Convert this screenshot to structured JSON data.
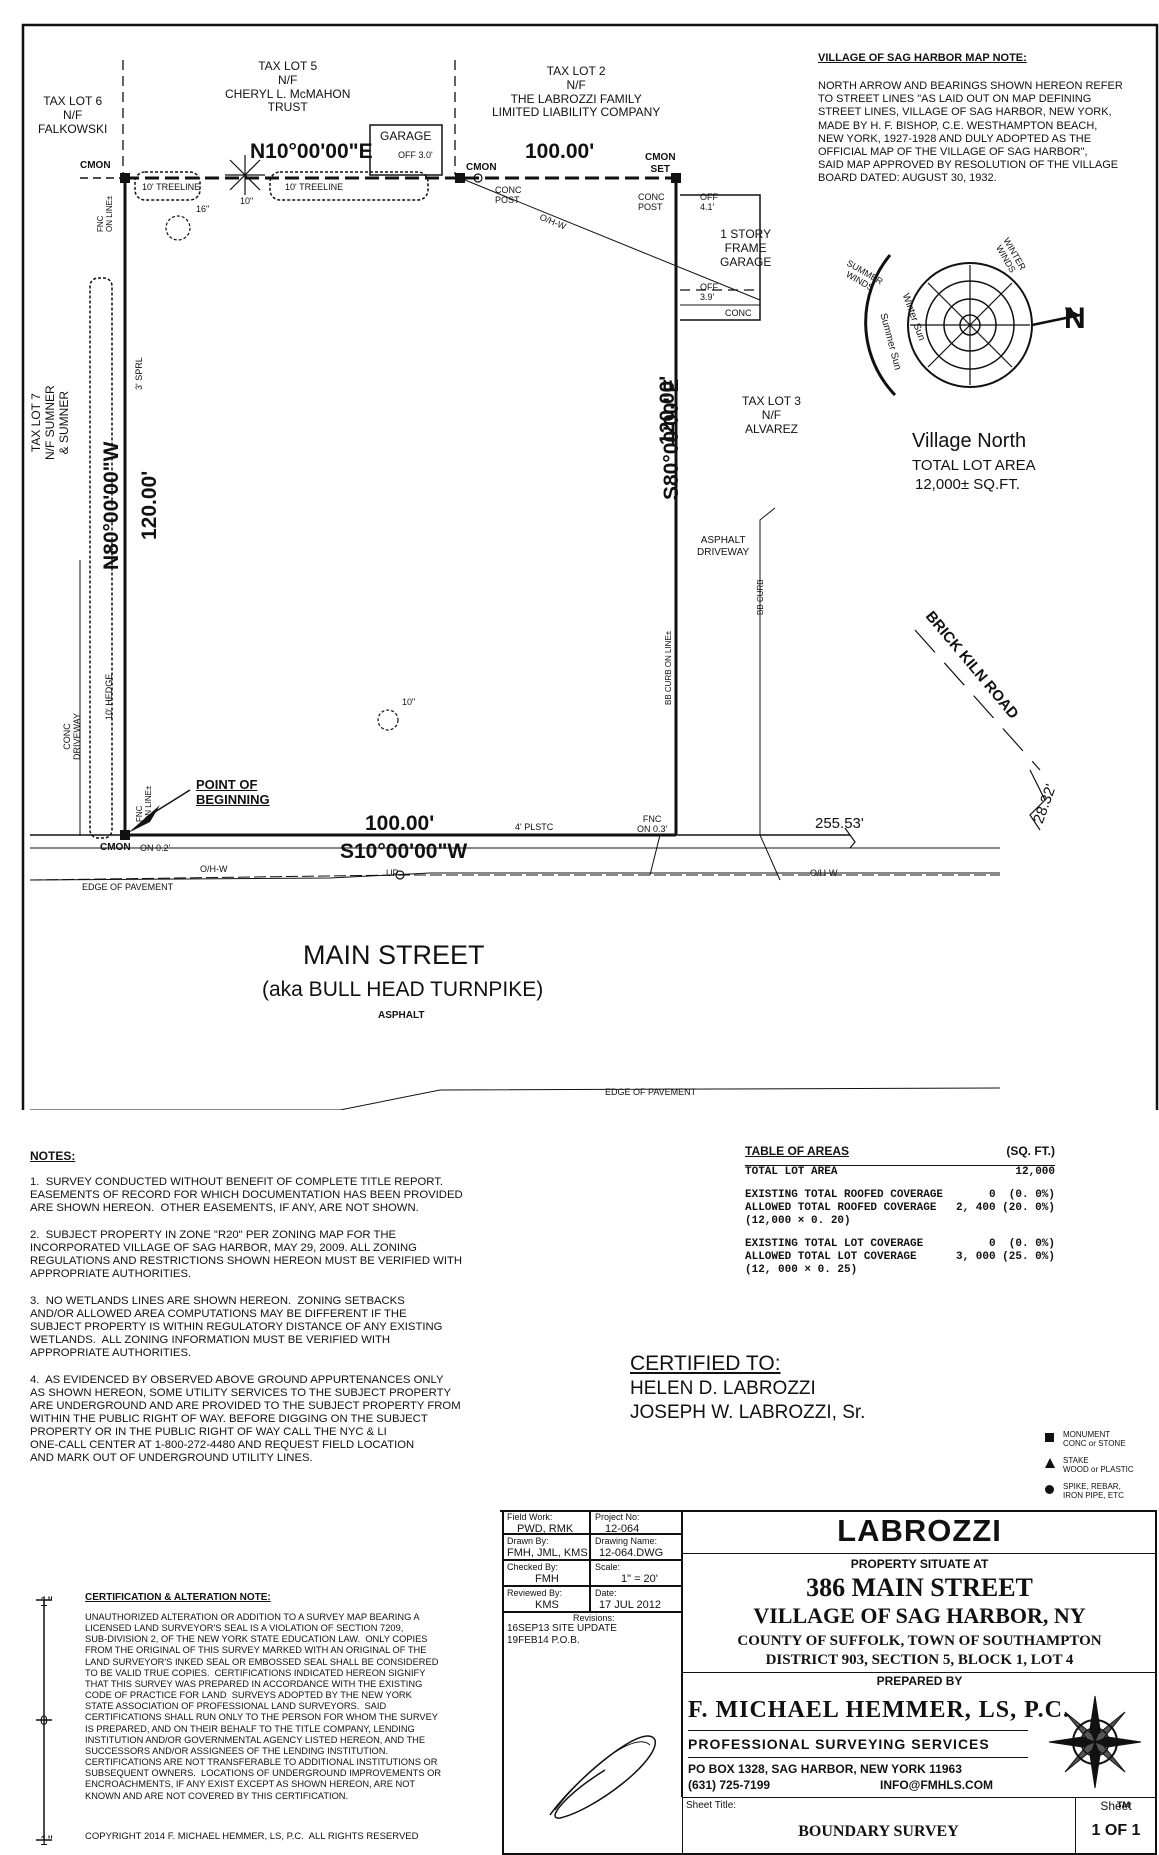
{
  "map_note": {
    "title": "VILLAGE OF SAG HARBOR MAP NOTE:",
    "text": "NORTH ARROW AND BEARINGS SHOWN HEREON REFER\nTO STREET LINES \"AS LAID OUT ON MAP DEFINING\nSTREET LINES, VILLAGE OF SAG HARBOR, NEW YORK,\nMADE BY H. F. BISHOP, C.E. WESTHAMPTON BEACH,\nNEW YORK, 1927-1928 AND DULY ADOPTED AS THE\nOFFICIAL MAP OF THE VILLAGE OF SAG HARBOR\",\nSAID MAP APPROVED BY RESOLUTION OF THE VILLAGE\nBOARD DATED: AUGUST 30, 1932."
  },
  "plan": {
    "tax_lot_6": "TAX LOT 6\nN/F\nFALKOWSKI",
    "tax_lot_5": "TAX LOT 5\nN/F\nCHERYL L. McMAHON\nTRUST",
    "tax_lot_2": "TAX LOT 2\nN/F\nTHE LABROZZI FAMILY\nLIMITED LIABILITY COMPANY",
    "tax_lot_7": "TAX LOT 7\nN/F SUMNER\n& SUMNER",
    "tax_lot_3": "TAX LOT 3\nN/F\nALVAREZ",
    "garage": "GARAGE",
    "off_30": "OFF 3.0'",
    "frame_garage": "1 STORY\nFRAME\nGARAGE",
    "conc": "CONC",
    "off_41": "OFF\n4.1'",
    "off_39": "OFF\n3.9'",
    "north_bearing": "N10°00'00\"E",
    "north_dist": "100.00'",
    "east_bearing": "S80°00'00\"E",
    "east_dist": "120.00'",
    "west_bearing": "N80°00'00\"W",
    "west_dist": "120.00'",
    "south_bearing": "S10°00'00\"W",
    "south_dist": "100.00'",
    "dist_255": "255.53'",
    "dist_28": "28.32'",
    "cmon": "CMON",
    "cmon_set": "CMON\nSET",
    "conc_post": "CONC\nPOST",
    "treeline": "10' TREELINE",
    "tree_10": "10\"",
    "tree_16": "16\"",
    "sprl": "3' SPRL",
    "hedge": "10' HEDGE",
    "fnc_on_line": "FNC\nON LINE±",
    "fnc_03": "FNC\nON 0.3'",
    "cmon_02": "ON 0.2'",
    "plstc": "4' PLSTC",
    "ohw": "O/H-W",
    "up": "UP",
    "edge_pavement": "EDGE OF PAVEMENT",
    "edge_pavement_2": "EDGE OF PAVEMENT",
    "asphalt_driveway": "ASPHALT\nDRIVEWAY",
    "bb_curb": "BB CURB",
    "bb_curb_on_line": "BB CURB ON LINE±",
    "conc_driveway": "CONC\nDRIVEWAY",
    "point_of_beginning": "POINT OF\nBEGINNING",
    "brick_kiln_road": "BRICK KILN ROAD",
    "main_street": "MAIN STREET",
    "aka": "(aka BULL HEAD TURNPIKE)",
    "asphalt": "ASPHALT",
    "village_north": "Village North",
    "total_lot_area": "TOTAL LOT AREA",
    "total_lot_area_value": "12,000± SQ.FT.",
    "summer_winds": "SUMMER\nWINDS",
    "winter_winds": "WINTER\nWINDS",
    "winter_sun": "Winter Sun",
    "summer_sun": "Summer Sun",
    "n_letter": "N"
  },
  "area_table": {
    "title": "TABLE OF AREAS",
    "units": "(SQ. FT.)",
    "rows": [
      {
        "label": "TOTAL LOT AREA",
        "value": "12,000"
      },
      {
        "label": "EXISTING TOTAL ROOFED COVERAGE",
        "value": "0  (0. 0%)"
      },
      {
        "label": "ALLOWED TOTAL ROOFED COVERAGE",
        "value": "2, 400 (20. 0%)"
      },
      {
        "label": "(12,000 × 0. 20)",
        "value": ""
      },
      {
        "label": "EXISTING TOTAL LOT COVERAGE",
        "value": "0  (0. 0%)"
      },
      {
        "label": "ALLOWED TOTAL LOT COVERAGE",
        "value": "3, 000 (25. 0%)"
      },
      {
        "label": "(12, 000 × 0. 25)",
        "value": ""
      }
    ]
  },
  "notes": {
    "title": "NOTES:",
    "items": [
      "1.  SURVEY CONDUCTED WITHOUT BENEFIT OF COMPLETE TITLE REPORT.\nEASEMENTS OF RECORD FOR WHICH DOCUMENTATION HAS BEEN PROVIDED\nARE SHOWN HEREON.  OTHER EASEMENTS, IF ANY, ARE NOT SHOWN.",
      "2.  SUBJECT PROPERTY IN ZONE \"R20\" PER ZONING MAP FOR THE\nINCORPORATED VILLAGE OF SAG HARBOR, MAY 29, 2009. ALL ZONING\nREGULATIONS AND RESTRICTIONS SHOWN HEREON MUST BE VERIFIED WITH\nAPPROPRIATE AUTHORITIES.",
      "3.  NO WETLANDS LINES ARE SHOWN HEREON.  ZONING SETBACKS\nAND/OR ALLOWED AREA COMPUTATIONS MAY BE DIFFERENT IF THE\nSUBJECT PROPERTY IS WITHIN REGULATORY DISTANCE OF ANY EXISTING\nWETLANDS.  ALL ZONING INFORMATION MUST BE VERIFIED WITH\nAPPROPRIATE AUTHORITIES.",
      "4.  AS EVIDENCED BY OBSERVED ABOVE GROUND APPURTENANCES ONLY\nAS SHOWN HEREON, SOME UTILITY SERVICES TO THE SUBJECT PROPERTY\nARE UNDERGROUND AND ARE PROVIDED TO THE SUBJECT PROPERTY FROM\nWITHIN THE PUBLIC RIGHT OF WAY. BEFORE DIGGING ON THE SUBJECT\nPROPERTY OR IN THE PUBLIC RIGHT OF WAY CALL THE NYC & LI\nONE-CALL CENTER AT 1-800-272-4480 AND REQUEST FIELD LOCATION\nAND MARK OUT OF UNDERGROUND UTILITY LINES."
    ]
  },
  "certified": {
    "title": "CERTIFIED TO:",
    "line1": "HELEN D. LABROZZI",
    "line2": "JOSEPH W. LABROZZI, Sr."
  },
  "legend": {
    "monument": "MONUMENT\nCONC or STONE",
    "stake": "STAKE\nWOOD or PLASTIC",
    "spike": "SPIKE, REBAR,\nIRON PIPE, ETC"
  },
  "scale_bar": {
    "top": "1\"",
    "mid": "0",
    "bottom": "1\""
  },
  "cert_note": {
    "title": "CERTIFICATION & ALTERATION NOTE:",
    "text": "UNAUTHORIZED ALTERATION OR ADDITION TO A SURVEY MAP BEARING A\nLICENSED LAND SURVEYOR'S SEAL IS A VIOLATION OF SECTION 7209,\nSUB-DIVISION 2, OF THE NEW YORK STATE EDUCATION LAW.  ONLY COPIES\nFROM THE ORIGINAL OF THIS SURVEY MARKED WITH AN ORIGINAL OF THE\nLAND SURVEYOR'S INKED SEAL OR EMBOSSED SEAL SHALL BE CONSIDERED\nTO BE VALID TRUE COPIES.  CERTIFICATIONS INDICATED HEREON SIGNIFY\nTHAT THIS SURVEY WAS PREPARED IN ACCORDANCE WITH THE EXISTING\nCODE OF PRACTICE FOR LAND  SURVEYS ADOPTED BY THE NEW YORK\nSTATE ASSOCIATION OF PROFESSIONAL LAND SURVEYORS.  SAID\nCERTIFICATIONS SHALL RUN ONLY TO THE PERSON FOR WHOM THE SURVEY\nIS PREPARED, AND ON THEIR BEHALF TO THE TITLE COMPANY, LENDING\nINSTITUTION AND/OR GOVERNMENTAL AGENCY LISTED HEREON, AND THE\nSUCCESSORS AND/OR ASSIGNEES OF THE LENDING INSTITUTION.\nCERTIFICATIONS ARE NOT TRANSFERABLE TO ADDITIONAL INSTITUTIONS OR\nSUBSEQUENT OWNERS.  LOCATIONS OF UNDERGROUND IMPROVEMENTS OR\nENCROACHMENTS, IF ANY EXIST EXCEPT AS SHOWN HEREON, ARE NOT\nKNOWN AND ARE NOT COVERED BY THIS CERTIFICATION.",
    "copyright": "COPYRIGHT 2014 F. MICHAEL HEMMER, LS, P.C.  ALL RIGHTS RESERVED"
  },
  "title_block": {
    "field_work_label": "Field Work:",
    "field_work": "PWD, RMK",
    "project_no_label": "Project No:",
    "project_no": "12-064",
    "drawn_by_label": "Drawn By:",
    "drawn_by": "FMH, JML, KMS",
    "drawing_name_label": "Drawing Name:",
    "drawing_name": "12-064.DWG",
    "checked_by_label": "Checked By:",
    "checked_by": "FMH",
    "scale_label": "Scale:",
    "scale": "1\" = 20'",
    "reviewed_by_label": "Reviewed By:",
    "reviewed_by": "KMS",
    "date_label": "Date:",
    "date": "17 JUL 2012",
    "revisions_label": "Revisions:",
    "revisions": "16SEP13 SITE UPDATE\n19FEB14 P.O.B.",
    "client": "LABROZZI",
    "property_situate": "PROPERTY SITUATE AT",
    "address": "386 MAIN STREET",
    "village": "VILLAGE OF SAG HARBOR, NY",
    "county": "COUNTY OF SUFFOLK, TOWN OF SOUTHAMPTON",
    "district": "DISTRICT 903, SECTION 5, BLOCK 1, LOT 4",
    "prepared_by": "PREPARED BY",
    "firm": "F. MICHAEL HEMMER, LS, P.C.",
    "services": "PROFESSIONAL SURVEYING SERVICES",
    "address2": "PO BOX 1328, SAG HARBOR, NEW YORK 11963",
    "phone": "(631) 725-7199",
    "email": "INFO@FMHLS.COM",
    "tm": "TM",
    "sheet_title_label": "Sheet Title:",
    "sheet_title": "BOUNDARY SURVEY",
    "sheet_label": "Sheet",
    "sheet": "1 OF 1"
  }
}
